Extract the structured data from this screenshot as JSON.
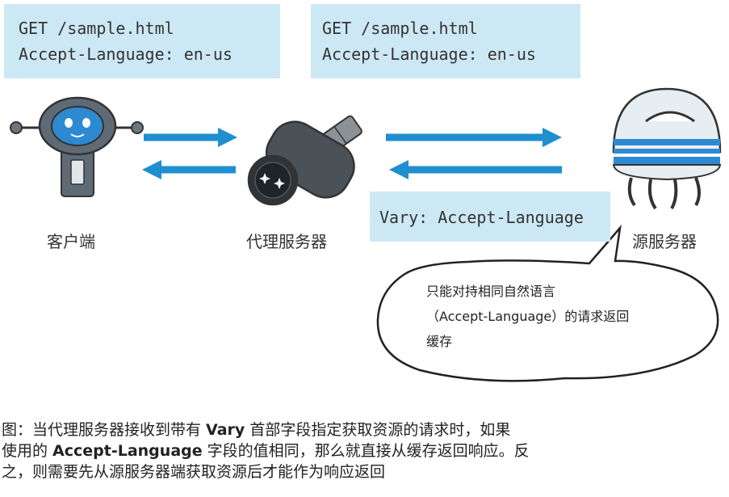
{
  "request_left": {
    "line1": "GET /sample.html",
    "line2": "Accept-Language: en-us"
  },
  "request_right": {
    "line1": "GET /sample.html",
    "line2": "Accept-Language: en-us"
  },
  "response_header": "Vary: Accept-Language",
  "nodes": {
    "client": "客户端",
    "proxy": "代理服务器",
    "origin": "源服务器"
  },
  "bubble": {
    "line1": "只能对持相同自然语言",
    "line2": "（Accept-Language）的请求返回",
    "line3": "缓存"
  },
  "caption": {
    "l1_a": "图：当代理服务器接收到带有 ",
    "l1_b": "Vary",
    "l1_c": " 首部字段指定获取资源的请求时，如果",
    "l2_a": "使用的 ",
    "l2_b": "Accept-Language",
    "l2_c": " 字段的值相同，那么就直接从缓存返回响应。反",
    "l3": "之，则需要先从源服务器端获取资源后才能作为响应返回"
  },
  "colors": {
    "box": "#cde8f5",
    "arrow": "#1f8fd0",
    "robot_body": "#5f6b74",
    "robot_face": "#2d8ad0",
    "jelly": "#e7eef3"
  }
}
